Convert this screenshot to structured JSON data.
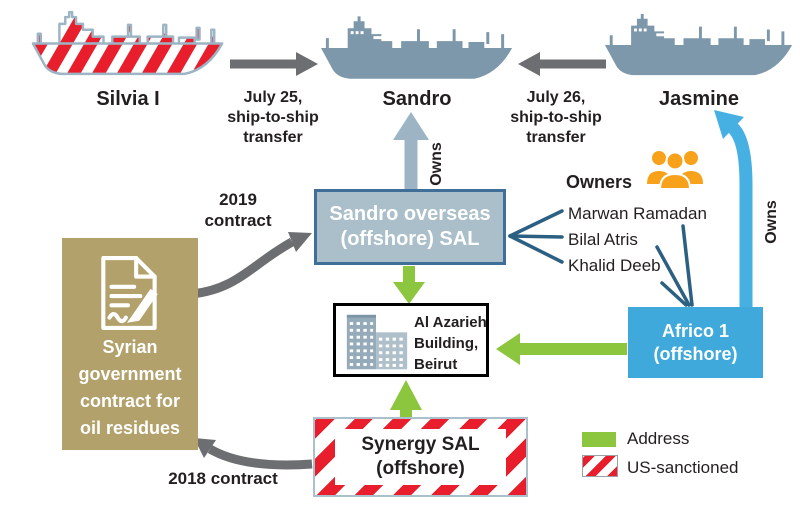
{
  "ships": [
    {
      "name": "Silvia I"
    },
    {
      "name": "Sandro"
    },
    {
      "name": "Jasmine"
    }
  ],
  "transfers": [
    {
      "l1": "July 25,",
      "l2": "ship-to-ship",
      "l3": "transfer"
    },
    {
      "l1": "July 26,",
      "l2": "ship-to-ship",
      "l3": "transfer"
    }
  ],
  "owns_label": "Owns",
  "companies": {
    "sandro_overseas": {
      "l1": "Sandro overseas",
      "l2": "(offshore) SAL"
    },
    "africo": {
      "l1": "Africo 1",
      "l2": "(offshore)"
    },
    "synergy": {
      "l1": "Synergy SAL",
      "l2": "(offshore)"
    }
  },
  "address_box": {
    "l1": "Al Azarieh",
    "l2": "Building,",
    "l3": "Beirut"
  },
  "contract_box": {
    "l1": "Syrian",
    "l2": "government",
    "l3": "contract for",
    "l4": "oil residues"
  },
  "contracts": {
    "y2019_l1": "2019",
    "y2019_l2": "contract",
    "y2018": "2018 contract"
  },
  "owners": {
    "title": "Owners",
    "names": [
      "Marwan Ramadan",
      "Bilal Atris",
      "Khalid Deeb"
    ]
  },
  "legend": {
    "address": "Address",
    "sanctioned": "US-sanctioned"
  },
  "colors": {
    "ship_gray": "#7d98ab",
    "sanction_red": "#e81e2c",
    "arrow_gray": "#6d6e71",
    "address_green": "#8cc63e",
    "owns_steel": "#9db4c4",
    "owns_light_blue": "#47b0e2",
    "owner_line_blue": "#2c6083",
    "contract_tan": "#b2a16b",
    "africo_blue": "#3fa9dc",
    "company_box_fill": "#aabfca",
    "company_box_border": "#3f6f99",
    "people_orange": "#f7a21a"
  }
}
